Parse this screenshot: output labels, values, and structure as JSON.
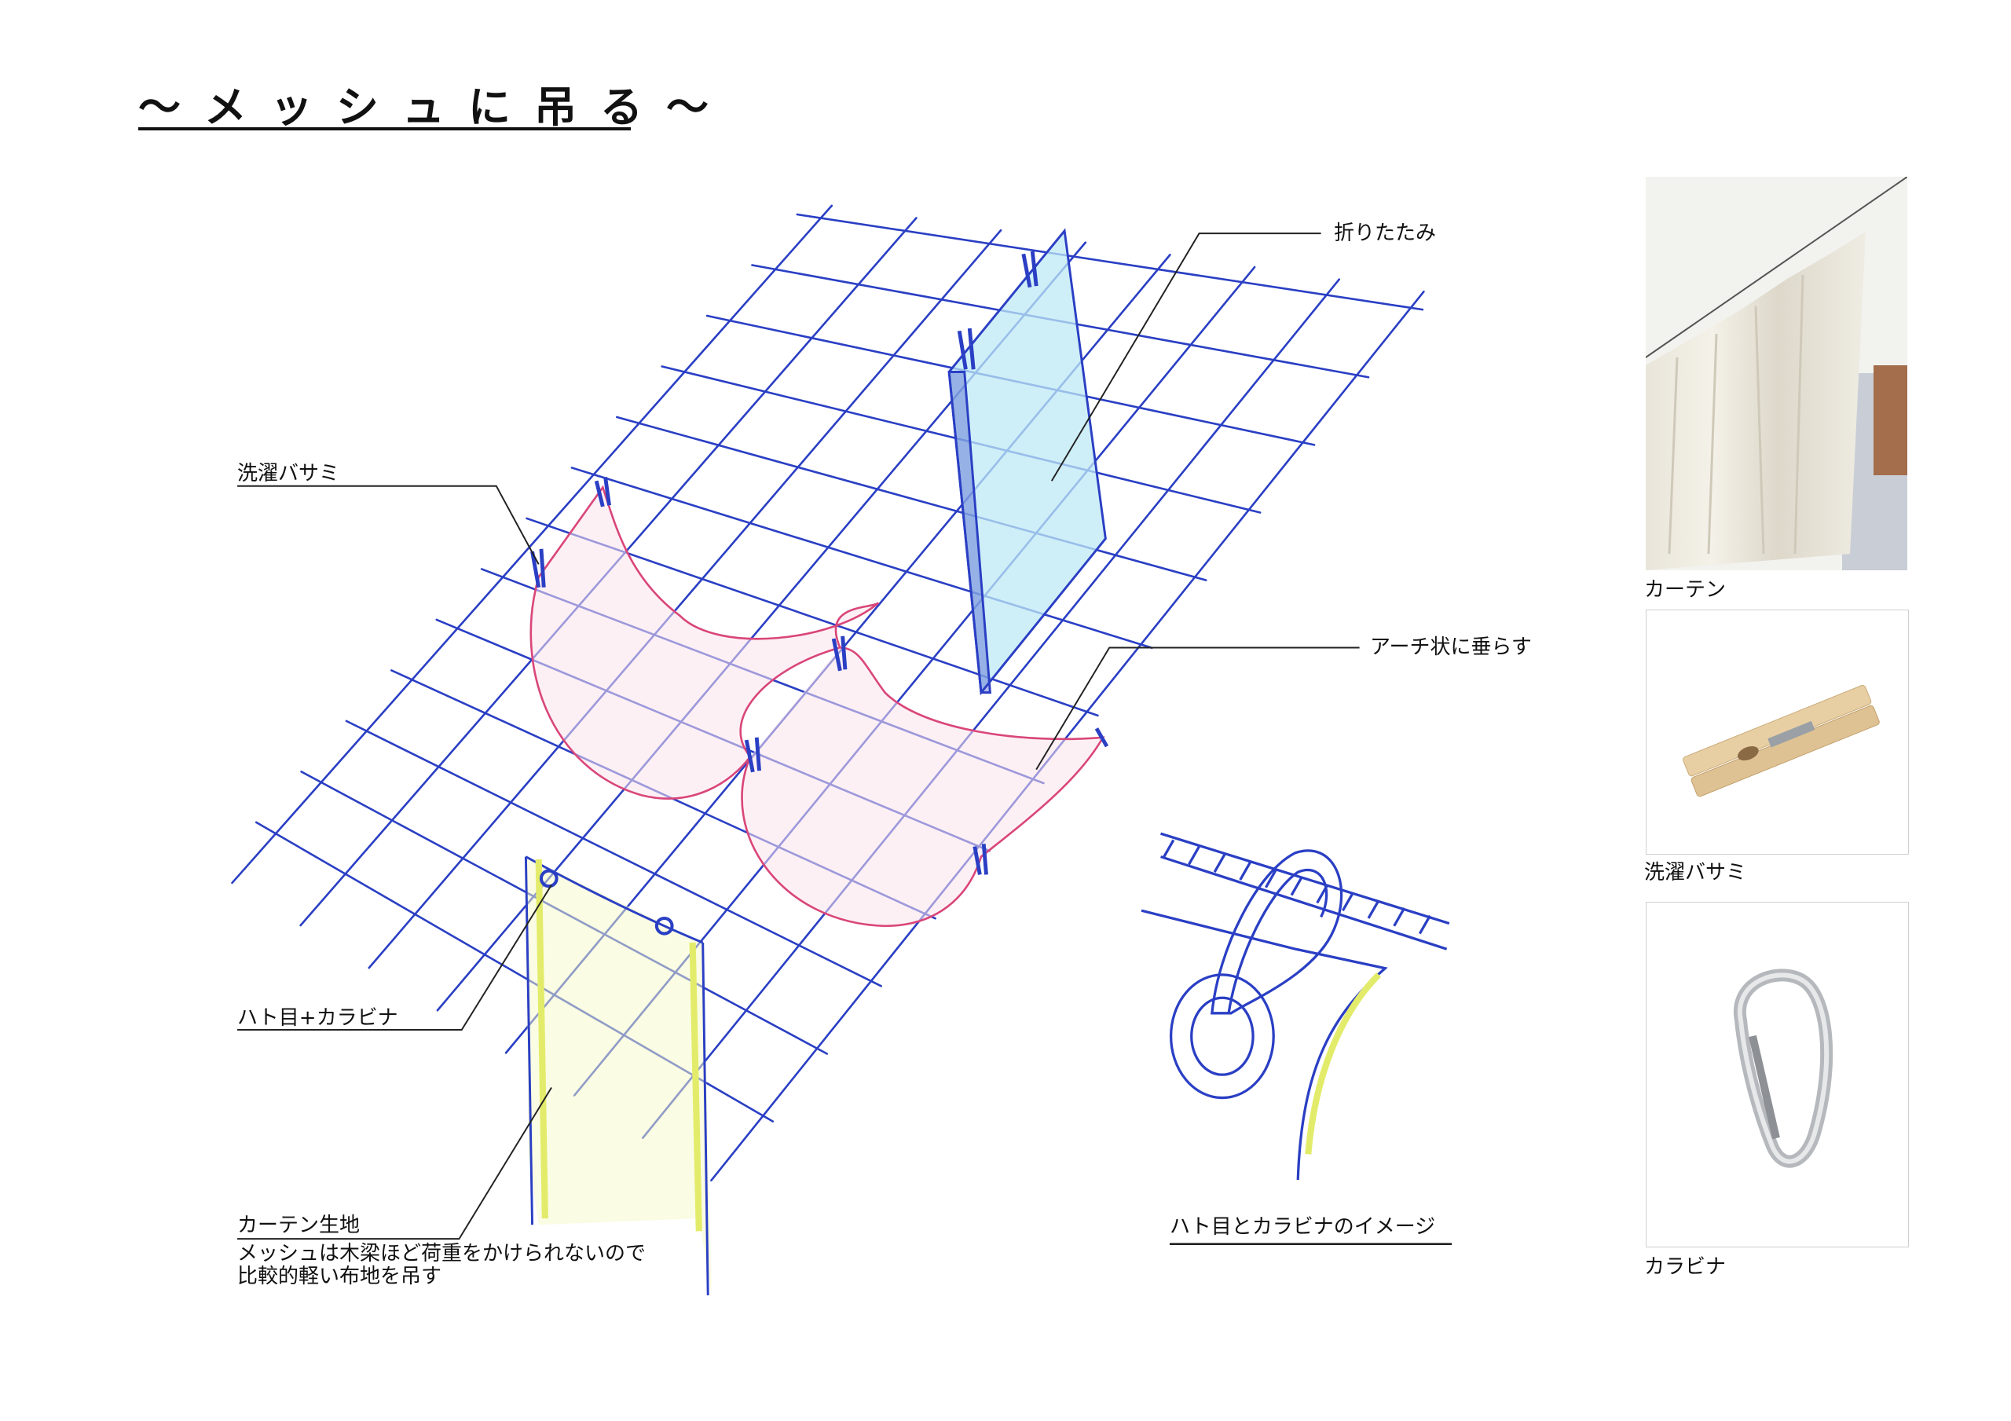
{
  "title": "〜メッシュに吊る〜",
  "annotations": {
    "folding": "折りたたみ",
    "clothespin": "洗濯バサミ",
    "arch": "アーチ状に垂らす",
    "grommet_carabiner": "ハト目+カラビナ",
    "curtain_fabric": "カーテン生地",
    "curtain_note_line1": "メッシュは木梁ほど荷重をかけられないので",
    "curtain_note_line2": "比較的軽い布地を吊す",
    "detail_caption": "ハト目とカラビナのイメージ"
  },
  "photos": [
    {
      "caption": "カーテン"
    },
    {
      "caption": "洗濯バサミ"
    },
    {
      "caption": "カラビナ"
    }
  ],
  "colors": {
    "mesh": "#2a3fc4",
    "arch": "#f29bb8",
    "panel": "#8fd8ee",
    "curtain": "#eef59a"
  }
}
